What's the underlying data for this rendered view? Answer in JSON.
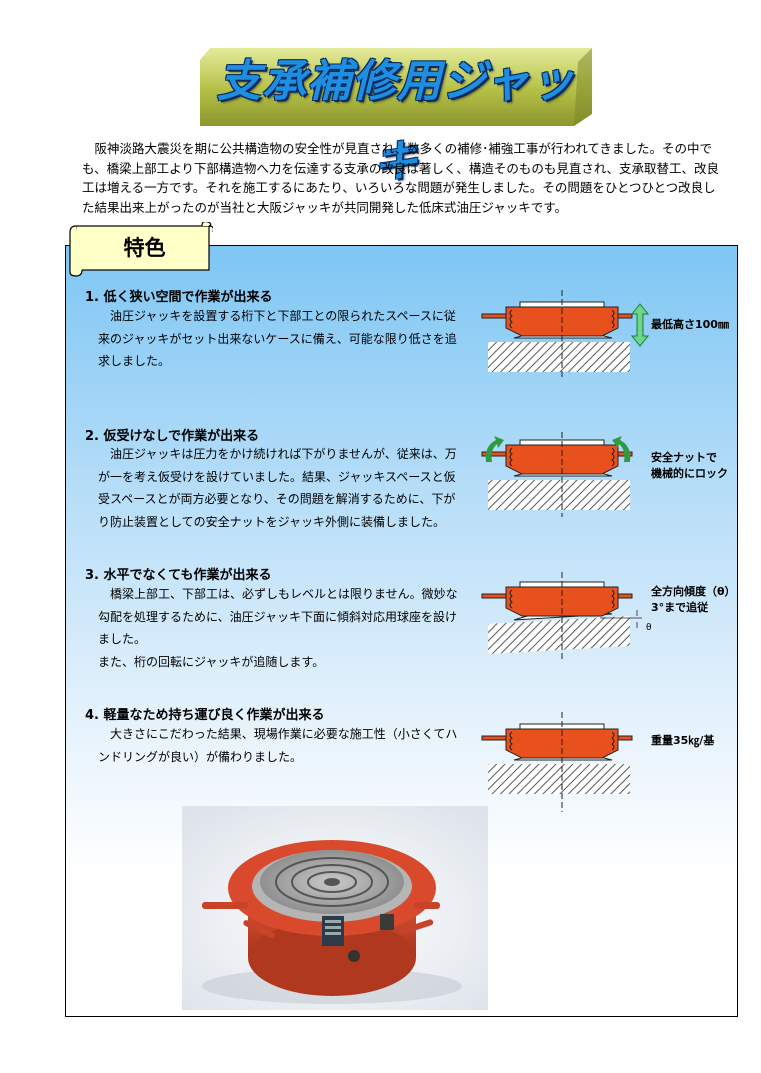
{
  "title": "支承補修用ジャッキ",
  "intro": "阪神淡路大震災を期に公共構造物の安全性が見直され、数多くの補修･補強工事が行われてきました。その中でも、橋梁上部工より下部構造物へ力を伝達する支承の改良は著しく、構造そのものも見直され、支承取替工、改良工は増える一方です。それを施工するにあたり、いろいろな問題が発生しました。その問題をひとつひとつ改良した結果出来上がったのが当社と大阪ジャッキが共同開発した低床式油圧ジャッキです。",
  "section_badge": "特色",
  "features": [
    {
      "heading": "1. 低く狭い空間で作業が出来る",
      "body": [
        "油圧ジャッキを設置する桁下と下部工との限られたスペースに従来のジャッキがセット出来ないケースに備え、可能な限り低さを追求しました。"
      ],
      "label": [
        "最低高さ100㎜"
      ]
    },
    {
      "heading": "2. 仮受けなしで作業が出来る",
      "body": [
        "油圧ジャッキは圧力をかけ続ければ下がりませんが、従来は、万が一を考え仮受けを設けていました。結果、ジャッキスペースと仮受スペースとが両方必要となり、その問題を解消するために、下がり防止装置としての安全ナットをジャッキ外側に装備しました。"
      ],
      "label": [
        "安全ナットで",
        "機械的にロック"
      ]
    },
    {
      "heading": "3. 水平でなくても作業が出来る",
      "body": [
        "橋梁上部工、下部工は、必ずしもレベルとは限りません。微妙な勾配を処理するために、油圧ジャッキ下面に傾斜対応用球座を設けました。",
        "また、桁の回転にジャッキが追随します。"
      ],
      "label": [
        "全方向傾度（θ）",
        "3°まで追従"
      ],
      "theta": "θ"
    },
    {
      "heading": "4. 軽量なため持ち運び良く作業が出来る",
      "body": [
        "大きさにこだわった結果、現場作業に必要な施工性（小さくてハンドリングが良い）が備わりました。"
      ],
      "label": [
        "重量35㎏/基"
      ]
    }
  ],
  "colors": {
    "jack": "#e8501e",
    "title_blue": "#1e8fe0",
    "title_bg": "#b8c24a",
    "badge_bg": "#ffffc8"
  }
}
